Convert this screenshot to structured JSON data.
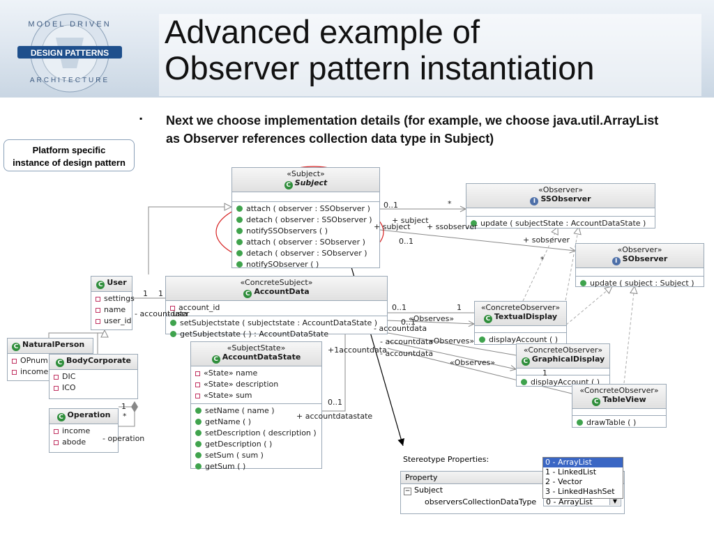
{
  "slide": {
    "title_line1": "Advanced example of",
    "title_line2": "Observer pattern instantiation",
    "bullet_mark": "▪",
    "bullet": "Next we choose implementation details (for example, we choose java.util.ArrayList as Observer references collection data type in Subject)",
    "platform_box": [
      "Platform specific",
      "instance of design pattern"
    ]
  },
  "logo": {
    "top_text": "MODEL DRIVEN",
    "banner": "DESIGN PATTERNS",
    "bottom_text": "ARCHITECTURE"
  },
  "classes": {
    "subject": {
      "stereotype": "«Subject»",
      "name": "Subject",
      "operations": [
        "attach ( observer : SSObserver )",
        "detach ( observer : SSObserver )",
        "notifySSObservers ( )",
        "attach ( observer : SObserver )",
        "detach ( observer : SObserver )",
        "notifySObserver ( )"
      ]
    },
    "ssobserver": {
      "stereotype": "«Observer»",
      "name": "SSObserver",
      "operations": [
        "update ( subjectState : AccountDataState )"
      ]
    },
    "sobserver": {
      "stereotype": "«Observer»",
      "name": "SObserver",
      "operations": [
        "update ( subject : Subject )"
      ]
    },
    "accountdata": {
      "stereotype": "«ConcreteSubject»",
      "name": "AccountData",
      "attributes": [
        "account_id"
      ],
      "operations": [
        "setSubjectstate ( subjectstate : AccountDataState )",
        "getSubjectstate ( ) : AccountDataState"
      ]
    },
    "user": {
      "name": "User",
      "attributes": [
        "settings",
        "name",
        "user_id"
      ]
    },
    "naturalperson": {
      "name": "NaturalPerson",
      "attributes": [
        "OPnum",
        "income"
      ]
    },
    "bodycorporate": {
      "name": "BodyCorporate",
      "attributes": [
        "DIC",
        "ICO"
      ]
    },
    "operation": {
      "name": "Operation",
      "attributes": [
        "income",
        "abode"
      ]
    },
    "accountdatastate": {
      "stereotype": "«SubjectState»",
      "name": "AccountDataState",
      "attributes": [
        "«State» name",
        "«State» description",
        "«State» sum"
      ],
      "operations": [
        "setName ( name )",
        "getName ( )",
        "setDescription ( description )",
        "getDescription ( )",
        "setSum ( sum )",
        "getSum ( )"
      ]
    },
    "textualdisplay": {
      "stereotype": "«ConcreteObserver»",
      "name": "TextualDisplay",
      "operations": [
        "displayAccount ( )"
      ]
    },
    "graphicaldisplay": {
      "stereotype": "«ConcreteObserver»",
      "name": "GraphicalDisplay",
      "operations": [
        "displayAccount ( )"
      ]
    },
    "tableview": {
      "stereotype": "«ConcreteObserver»",
      "name": "TableView",
      "operations": [
        "drawTable ( )"
      ]
    }
  },
  "edge_labels": {
    "m_0_1_a": "0..1",
    "m_star_a": "*",
    "plus_subject_a": "+ subject",
    "plus_subject_b": "+ subject",
    "plus_ssobserver": "+ ssobserver",
    "m_0_1_b": "0..1",
    "plus_sobserver": "+ sobserver",
    "m_star_b": "*",
    "m_1_a": "1",
    "m_1_b": "1",
    "user_accountdata": "- accountdata",
    "user_user": "- user",
    "m_0_1_c": "0..1",
    "m_1_c": "1",
    "observes_1": "«Observes»",
    "m_0_1_d": "0..1",
    "minus_accountdata_a": "- accountdata",
    "observes_2": "«Observes»",
    "minus_accountdata_b": "- accountdata",
    "minus_accountdata_c": "- accountdata",
    "observes_3": "«Observes»",
    "m_1_d": "1",
    "plus_accountdata": "+1accountdata",
    "m_0_1_e": "0..1",
    "plus_accountdatastate": "+ accountdatastate",
    "m_1_e": "1",
    "m_star_c": "*",
    "minus_operation": "- operation"
  },
  "properties": {
    "panel_title": "Stereotype Properties:",
    "header": "Property",
    "group": "Subject",
    "group_toggle": "−",
    "prop_name": "observersCollectionDataType",
    "prop_value": "0 - ArrayList",
    "dropdown_arrow": "▼",
    "options": [
      "0 - ArrayList",
      "1 - LinkedList",
      "2 - Vector",
      "3 - LinkedHashSet"
    ],
    "selected_index": 0
  },
  "colors": {
    "highlight_ellipse": "#d62020",
    "pointer_arrow": "#000000",
    "accent": "#3a66c4"
  }
}
